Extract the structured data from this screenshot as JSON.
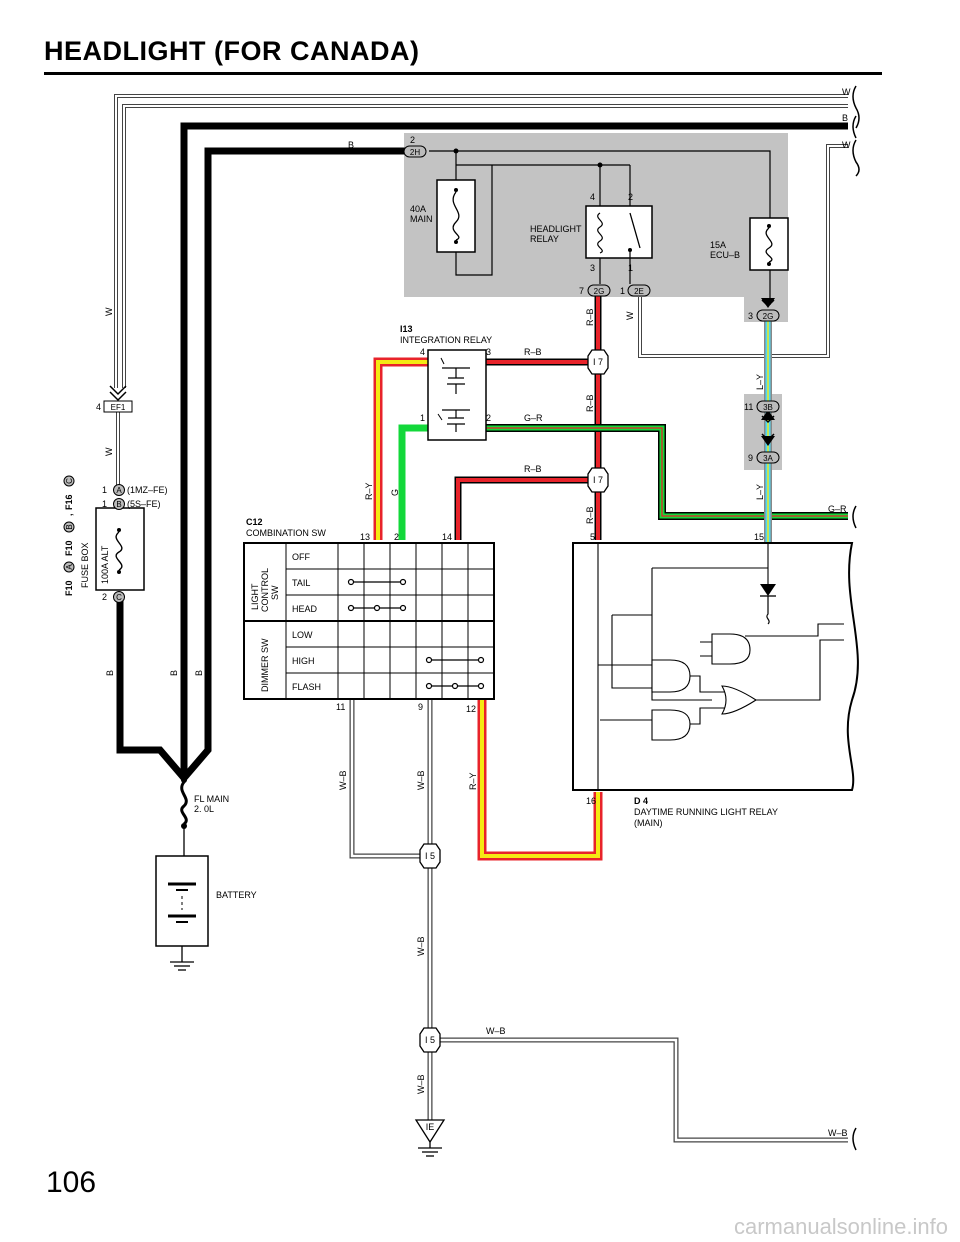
{
  "page": {
    "title": "HEADLIGHT (FOR CANADA)",
    "number": "106",
    "watermark": "carmanualsonline.info"
  },
  "right_edge_wires": {
    "top_w": "W",
    "top_b": "B",
    "top_w2": "W",
    "g_r": "G–R",
    "w_b": "W–B"
  },
  "wire_colors": [
    "W",
    "B",
    "R–B",
    "L–Y",
    "R–Y",
    "G",
    "G–R",
    "W–B"
  ],
  "junction_block": {
    "main_fuse": {
      "rating": "40A",
      "name": "MAIN"
    },
    "headlight_relay": {
      "name": "HEADLIGHT",
      "name2": "RELAY",
      "pin4": "4",
      "pin2": "2",
      "pin3": "3",
      "pin1": "1"
    },
    "ecu_fuse": {
      "rating": "15A",
      "name": "ECU–B"
    },
    "connector_2h": {
      "code": "2H",
      "pin": "2"
    },
    "connector_2g_left": {
      "code": "2G",
      "pin": "7"
    },
    "connector_2e": {
      "code": "2E",
      "pin": "1"
    },
    "connector_2g_right": {
      "code": "2G",
      "pin": "3"
    }
  },
  "junction_3": {
    "connector_3b": {
      "code": "3B",
      "pin": "11"
    },
    "connector_3a": {
      "code": "3A",
      "pin": "9"
    }
  },
  "integration_relay": {
    "id": "I13",
    "name": "INTEGRATION RELAY",
    "pin4": "4",
    "pin3": "3",
    "pin1": "1",
    "pin2": "2"
  },
  "junction_connectors": {
    "i7": "I 7",
    "i5": "I 5",
    "ie": "IE"
  },
  "fuse_box": {
    "id1": "F10",
    "badge_a": "A",
    "id2": "F10",
    "badge_b": "B",
    "id3": "F16",
    "badge_c": "C",
    "name": "FUSE BOX",
    "alt_fuse": "100A ALT",
    "pin_a": "1",
    "pin_a_note": "(1MZ–FE)",
    "pin_b": "1",
    "pin_b_note": "(5S–FE)",
    "pin_c": "2",
    "ef1_pin": "4",
    "ef1": "EF1"
  },
  "fl_main": {
    "name": "FL MAIN",
    "size": "2. 0L"
  },
  "battery": {
    "name": "BATTERY"
  },
  "combination_sw": {
    "id": "C12",
    "name": "COMBINATION SW",
    "pins_top": [
      "13",
      "2",
      "14"
    ],
    "pins_bottom": [
      "11",
      "9",
      "12"
    ],
    "group_light": [
      "LIGHT",
      "CONTROL",
      "SW"
    ],
    "group_dimmer": "DIMMER SW",
    "rows": [
      "OFF",
      "TAIL",
      "HEAD",
      "LOW",
      "HIGH",
      "FLASH"
    ]
  },
  "drl_relay": {
    "id": "D 4",
    "name": "DAYTIME RUNNING LIGHT RELAY",
    "name2": "(MAIN)",
    "pin5": "5",
    "pin15": "15",
    "pin16": "16"
  },
  "wire_labels": {
    "b_top": "B",
    "w_left": "W",
    "w_ef1": "W",
    "b_bottom1": "B",
    "b_bottom2": "B",
    "b_bottom3": "B",
    "rb_2g": "R–B",
    "w_2e": "W",
    "rb_i7a": "R–B",
    "rb_mid": "R–B",
    "rb_i7b": "R–B",
    "rb_pin5": "R–B",
    "gr_relay": "G–R",
    "ly_upper": "L–Y",
    "ly_lower": "L–Y",
    "ry_13": "R–Y",
    "g_2": "G",
    "wb_11": "W–B",
    "wb_9": "W–B",
    "ry_12": "R–Y",
    "wb_i5": "W–B",
    "wb_i5b": "W–B",
    "wb_ie": "W–B"
  },
  "colors": {
    "R": "#e8232a",
    "Y": "#f5ea14",
    "G": "#13d83a",
    "L": "#4fd6f2",
    "shade": "#c3c3c3"
  }
}
